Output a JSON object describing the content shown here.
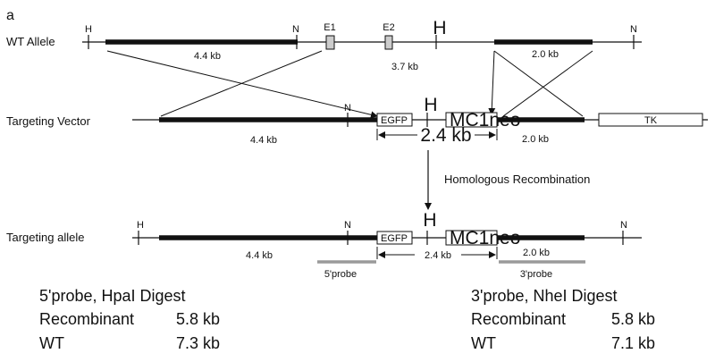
{
  "panel_label": "a",
  "rows": {
    "wt": {
      "label": "WT Allele",
      "sites": [
        "H",
        "N",
        "H",
        "N"
      ],
      "exons": [
        "E1",
        "E2"
      ],
      "segments": [
        "4.4 kb",
        "3.7 kb",
        "2.0 kb"
      ]
    },
    "vector": {
      "label": "Targeting Vector",
      "sites": [
        "N",
        "H"
      ],
      "boxes": {
        "egfp": "EGFP",
        "neo": "MC1neo",
        "tk": "TK"
      },
      "segments": [
        "4.4 kb",
        "2.4 kb",
        "2.0 kb"
      ]
    },
    "allele": {
      "label": "Targeting allele",
      "sites": [
        "H",
        "N",
        "H",
        "N"
      ],
      "boxes": {
        "egfp": "EGFP",
        "neo": "MC1neo"
      },
      "segments": [
        "4.4 kb",
        "2.4 kb",
        "2.0 kb"
      ],
      "probes": [
        "5'probe",
        "3'probe"
      ]
    }
  },
  "recombination_label": "Homologous Recombination",
  "summary": {
    "left": {
      "title": "5'probe,  HpaI  Digest",
      "rows": [
        {
          "label": "Recombinant",
          "value": "5.8 kb"
        },
        {
          "label": "WT",
          "value": "7.3 kb"
        }
      ]
    },
    "right": {
      "title": "3'probe,  NheI  Digest",
      "rows": [
        {
          "label": "Recombinant",
          "value": "5.8 kb"
        },
        {
          "label": "WT",
          "value": "7.1 kb"
        }
      ]
    }
  },
  "colors": {
    "line": "#111111",
    "probe": "#9a9a9a",
    "exon": "#cccccc"
  }
}
